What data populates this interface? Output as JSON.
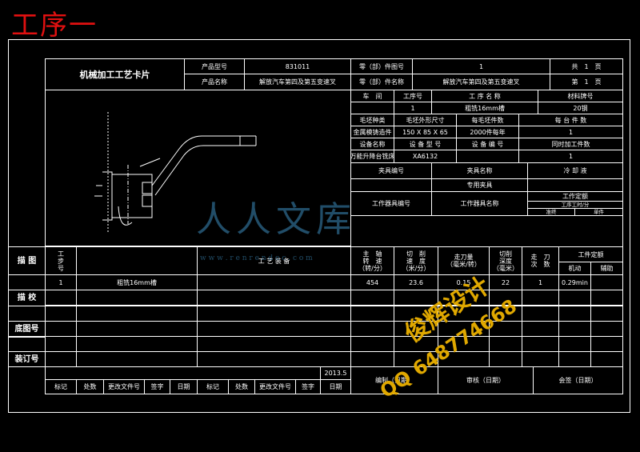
{
  "page_title": "工序一",
  "header": {
    "card_title": "机械加工工艺卡片",
    "product_model_label": "产品型号",
    "product_model_value": "831011",
    "product_name_label": "产品名称",
    "product_name_value": "解放汽车第四及第五变速叉",
    "part_no_label": "零（部）件图号",
    "part_no_value": "1",
    "part_name_label": "零（部）件名称",
    "part_name_value": "解放汽车第四及第五变速叉",
    "total_pages": "共　1　页",
    "page_no": "第　1　页"
  },
  "right_info": {
    "workshop_label": "车　间",
    "op_no_label": "工序号",
    "op_name_label": "工 序 名 称",
    "material_label": "材料牌号",
    "op_no_value": "1",
    "op_name_value": "粗铣16mm槽",
    "material_value": "20钢",
    "blank_type_label": "毛坯种类",
    "blank_size_label": "毛坯外形尺寸",
    "blank_count_label": "每毛坯件数",
    "per_unit_label": "每 台 件 数",
    "blank_type_value": "金属模铸造件",
    "blank_size_value": "150 X 85 X 65",
    "blank_count_value": "2000件每年",
    "per_unit_value": "1",
    "equip_name_label": "设备名称",
    "equip_model_label": "设 备 型 号",
    "equip_no_label": "设 备 编 号",
    "simul_label": "同时加工件数",
    "equip_name_value": "万能升降台铣床",
    "equip_model_value": "XA6132",
    "simul_value": "1",
    "fixture_no_label": "夹具编号",
    "fixture_name_label": "夹具名称",
    "coolant_label": "冷 却 液",
    "fixture_name_value": "专用夹具",
    "station_no_label": "工作器具编号",
    "station_name_label": "工作器具名称",
    "work_quota_label": "工作定额",
    "work_quota_sub": "工序工时/分",
    "prep_label": "准终",
    "single_label": "单件"
  },
  "table_header": {
    "step_label": "工\n步\n号",
    "content_label": "工 艺 装 备",
    "spindle_label": "主　轴\n转　速\n（转/分）",
    "cut_speed_label": "切　削\n速　度\n（米/分）",
    "feed_label": "走刀量\n（毫米/转）",
    "depth_label": "切削\n深度\n（毫米）",
    "passes_label": "走　刀\n次　数",
    "quota_label": "工件定额",
    "machine_label": "机动",
    "aux_label": "辅助"
  },
  "row1": {
    "step": "1",
    "content": "粗铣16mm槽",
    "spindle": "454",
    "cut_speed": "23.6",
    "feed": "0.15",
    "depth": "22",
    "passes": "1",
    "machine_time": "0.29min"
  },
  "side_labels": {
    "sketch": "描 图",
    "trace": "描 校",
    "base_no": "底图号",
    "binding_no": "装订号"
  },
  "footer": {
    "date_value": "2013.5",
    "compile_label": "编制（日期）",
    "review_label": "审核（日期）",
    "sign_label": "会签（日期）",
    "mark1": "标记",
    "count1": "处数",
    "change1": "更改文件号",
    "signature1": "签字",
    "date1": "日期",
    "mark2": "标记",
    "count2": "处数",
    "change2": "更改文件号",
    "signature2": "签字",
    "date2": "日期"
  },
  "watermark": {
    "logo_text": "人人文库",
    "url": "w w w . r e n r e n d o c . c o m",
    "stamp_line1": "俊辉设计",
    "stamp_line2": "QQ 648774668"
  }
}
